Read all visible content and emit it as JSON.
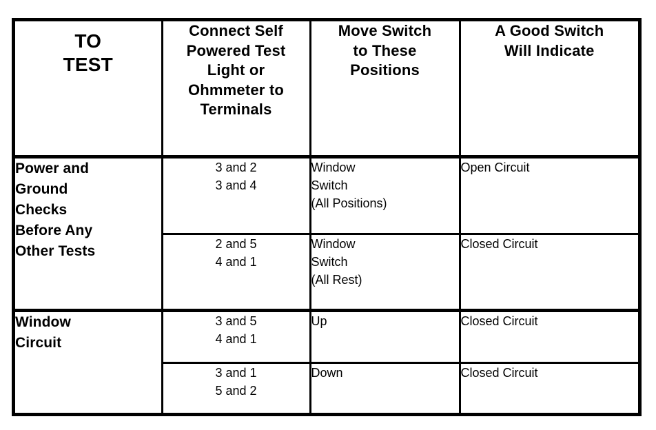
{
  "document": {
    "type": "specification-table",
    "title_cell": "TO\nTEST",
    "border_color": "#000000",
    "background_color": "#ffffff"
  },
  "table": {
    "headers": [
      {
        "id": "to-test",
        "label": "TO\nTEST"
      },
      {
        "id": "connect",
        "label": "Connect Self\nPowered Test\nLight or\nOhmmeter to\nTerminals"
      },
      {
        "id": "move",
        "label": "Move Switch\nto These\nPositions"
      },
      {
        "id": "indicate",
        "label": "A Good Switch\nWill Indicate"
      }
    ],
    "sections": [
      {
        "id": "power-and-ground",
        "label": "Power and\nGround\nChecks\nBefore Any\nOther Tests",
        "rows": [
          {
            "terminals": "3 and 2\n3 and 4",
            "position": "Window\nSwitch\n(All Positions)",
            "indicate": "Open Circuit"
          },
          {
            "terminals": "2 and 5\n4 and 1",
            "position": "Window\nSwitch\n(All Rest)",
            "indicate": "Closed Circuit"
          }
        ]
      },
      {
        "id": "window-circuit",
        "label": "Window\nCircuit",
        "rows": [
          {
            "terminals": "3 and 5\n4 and 1",
            "position": "Up",
            "indicate": "Closed Circuit"
          },
          {
            "terminals": "3 and 1\n5 and 2",
            "position": "Down",
            "indicate": "Closed Circuit"
          }
        ]
      }
    ]
  }
}
